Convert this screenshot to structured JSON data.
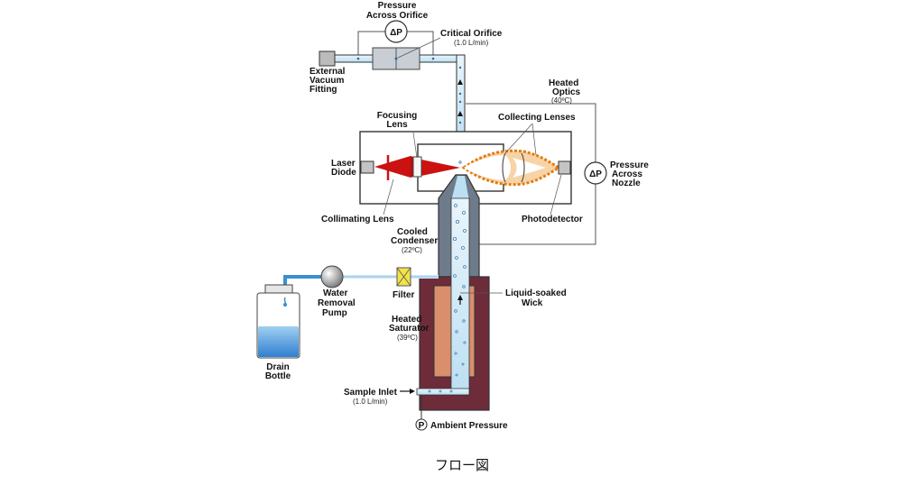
{
  "labels": {
    "pressure_orifice": [
      "Pressure",
      "Across Orifice"
    ],
    "delta_p": "ΔP",
    "critical_orifice": "Critical Orifice",
    "critical_orifice_flow": "(1.0 L/min)",
    "external_vacuum": [
      "External",
      "Vacuum",
      "Fitting"
    ],
    "heated_optics": [
      "Heated",
      "Optics"
    ],
    "heated_optics_temp": "(40ºC)",
    "focusing_lens": [
      "Focusing",
      "Lens"
    ],
    "collecting_lenses": "Collecting Lenses",
    "laser_diode": [
      "Laser",
      "Diode"
    ],
    "pressure_nozzle": [
      "Pressure",
      "Across",
      "Nozzle"
    ],
    "collimating_lens": "Collimating Lens",
    "photodetector": "Photodetector",
    "cooled_condenser": [
      "Cooled",
      "Condenser"
    ],
    "cooled_condenser_temp": "(22ºC)",
    "water_removal_pump": [
      "Water",
      "Removal",
      "Pump"
    ],
    "filter": "Filter",
    "liquid_soaked_wick": [
      "Liquid-soaked",
      "Wick"
    ],
    "heated_saturator": [
      "Heated",
      "Saturator"
    ],
    "heated_saturator_temp": "(39ºC)",
    "drain_bottle": [
      "Drain",
      "Bottle"
    ],
    "sample_inlet": "Sample Inlet",
    "sample_inlet_flow": "(1.0 L/min)",
    "p_symbol": "P",
    "ambient_pressure": "Ambient Pressure"
  },
  "caption": "フロー図",
  "colors": {
    "saturator": "#6e2b3a",
    "wick": "#d98f6c",
    "condenser": "#6e7b8a",
    "flow": "#bfe0f2",
    "laser": "#cc1111",
    "scatter": "#e7871f",
    "water": "#3a8fd0",
    "filter": "#f2e24a"
  }
}
